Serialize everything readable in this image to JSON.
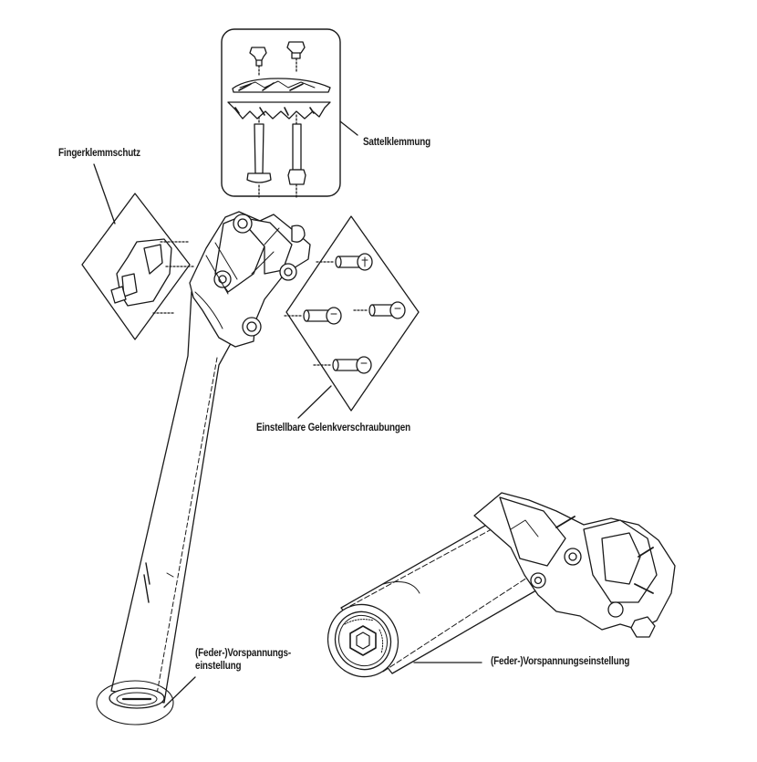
{
  "labels": {
    "saddle_clamp": "Sattelklemmung",
    "finger_guard": "Fingerklemmschutz",
    "adjustable_joint_screws": "Einstellbare Gelenkverschraubungen",
    "preload_left_line1": "(Feder-)Vorspannungs-",
    "preload_left_line2": "einstellung",
    "preload_right": "(Feder-)Vorspannungseinstellung"
  },
  "colors": {
    "ink": "#1a1a1a",
    "background": "#ffffff"
  }
}
